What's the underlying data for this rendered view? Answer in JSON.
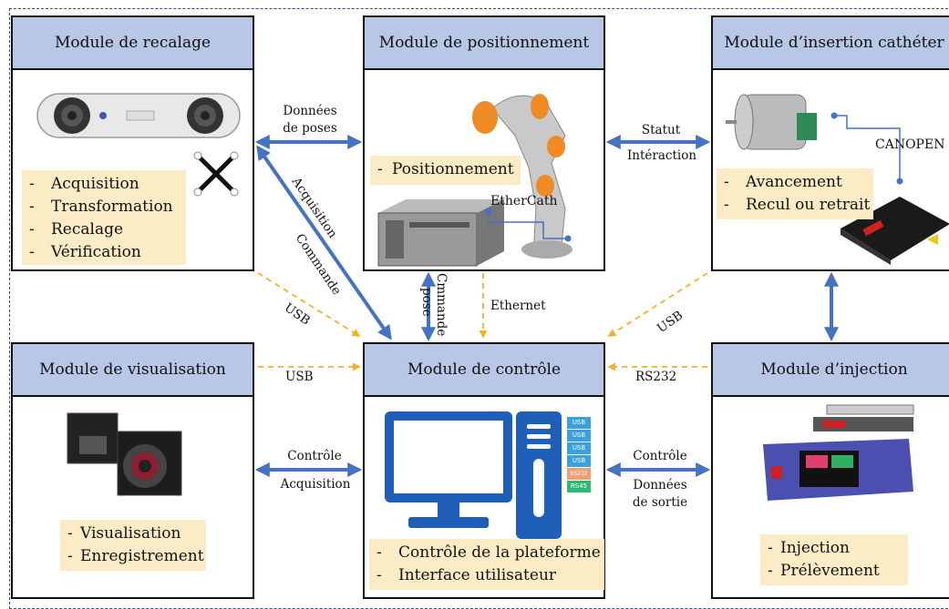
{
  "modules": {
    "recalage": {
      "title": "Module de recalage",
      "items": [
        "Acquisition",
        "Transformation",
        "Recalage",
        "Vérification"
      ]
    },
    "positionnement": {
      "title": "Module de positionnement",
      "items": [
        "Positionnement"
      ],
      "label_inner": "EtherCath"
    },
    "insertion": {
      "title": "Module d’insertion cathéter",
      "items": [
        "Avancement",
        "Recul ou retrait"
      ],
      "label_inner": "CANOPEN"
    },
    "visualisation": {
      "title": "Module de visualisation",
      "items": [
        "Visualisation",
        "Enregistrement"
      ]
    },
    "controle": {
      "title": "Module de contrôle",
      "items": [
        "Contrôle de la plateforme",
        "Interface utilisateur"
      ],
      "ports": [
        "USB",
        "USB",
        "USB",
        "USB",
        "RS232",
        "RS45"
      ]
    },
    "injection": {
      "title": "Module d’injection",
      "items": [
        "Injection",
        "Prélèvement"
      ]
    }
  },
  "links": {
    "donnees_poses_1": "Données",
    "donnees_poses_2": "de poses",
    "statut": "Statut",
    "interaction": "Intéraction",
    "acquisition": "Acquisition",
    "commande": "Commande",
    "usb_left": "USB",
    "cmmande": "Cmmande",
    "pose": "pose",
    "ethernet": "Ethernet",
    "usb_right": "USB",
    "usb_mid": "USB",
    "rs232": "RS232",
    "controle_left": "Contrôle",
    "acquisition_left": "Acquisition",
    "controle_right": "Contrôle",
    "donnees_sortie_1": "Données",
    "donnees_sortie_2": "de sortie"
  },
  "colors": {
    "arrow_solid": "#4472c4",
    "arrow_dashed": "#f5b120",
    "header": "#b8c7e6",
    "textbox": "#fbecc6"
  }
}
